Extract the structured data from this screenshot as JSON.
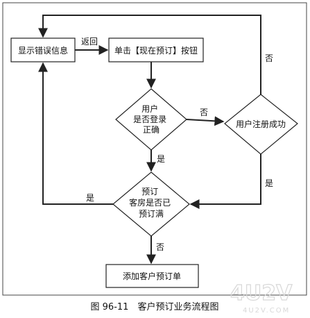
{
  "nodes": {
    "show_error": "显示错误信息",
    "click_reserve": "单击【现在预订】按钮",
    "login_check": [
      "用户",
      "是否登录",
      "正确"
    ],
    "register_success": "用户注册成功",
    "room_check": [
      "预订",
      "客房是否已",
      "预订满"
    ],
    "add_order": "添加客户预订单"
  },
  "edges": {
    "return": "返回",
    "no_login": "否",
    "yes_login": "是",
    "no_register": "否",
    "yes_register": "是",
    "yes_full": "是",
    "no_full": "否"
  },
  "caption": "图 96-11　客户预订业务流程图",
  "watermark": {
    "logo": "4U2V",
    "url": "4U2V.COM"
  }
}
